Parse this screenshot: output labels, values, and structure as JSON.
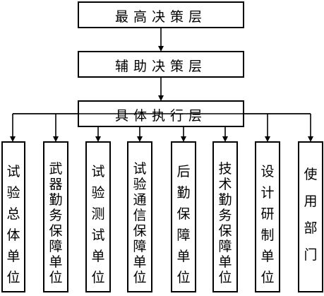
{
  "levels": [
    {
      "label": "最高决策层"
    },
    {
      "label": "辅助决策层"
    },
    {
      "label": "具体执行层"
    }
  ],
  "units": [
    {
      "label": "试验总体单位"
    },
    {
      "label": "武器勤务保障单位"
    },
    {
      "label": "试验测试单位"
    },
    {
      "label": "试验通信保障单位"
    },
    {
      "label": "后勤保障单位"
    },
    {
      "label": "技术勤务保障单位"
    },
    {
      "label": "设计研制单位"
    },
    {
      "label": "使用部门"
    }
  ],
  "colors": {
    "line": "#000000",
    "box_fill": "#ffffff"
  }
}
